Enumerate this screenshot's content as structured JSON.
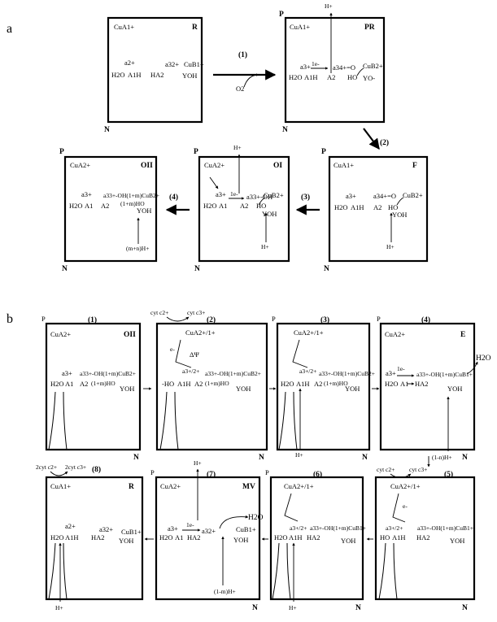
{
  "panel_labels": {
    "a": "a",
    "b": "b"
  },
  "a": {
    "R": {
      "cua": "CuA1+",
      "name": "R",
      "a": "a2+",
      "h2o": "H2O",
      "a1h": "A1H",
      "ha2": "HA2",
      "a3": "a32+",
      "cub": "CuB1+",
      "yoh": "YOH",
      "n": "N"
    },
    "PR": {
      "p": "P",
      "hplus": "H+",
      "cua": "CuA1+",
      "name": "PR",
      "a": "a3+",
      "le": "1e-",
      "a3o": "a34+=O",
      "cub": "CuB2+",
      "h2o": "H2O",
      "a1h": "A1H",
      "a2": "A2",
      "ho": "HO",
      "yo": "YO-",
      "n": "N"
    },
    "F": {
      "p": "P",
      "cua": "CuA1+",
      "name": "F",
      "a": "a3+",
      "a3o": "a34+=O",
      "cub": "CuB2+",
      "h2o": "H2O",
      "a1h": "A1H",
      "a2": "A2",
      "ho": "HO",
      "yoh": "YOH",
      "hplus": "H+",
      "n": "N"
    },
    "OI": {
      "p": "P",
      "hplus": "H+",
      "cua": "CuA2+",
      "name": "OI",
      "a": "a3+",
      "le": "1e-",
      "a3oh": "a33+-OH",
      "cub": "CuB2+",
      "h2o": "H2O",
      "a1": "A1",
      "a2": "A2",
      "ho": "HO",
      "yoh": "YOH",
      "hin": "H+",
      "n": "N"
    },
    "OII": {
      "p": "P",
      "cua": "CuA2+",
      "name": "OII",
      "a": "a3+",
      "a3oh": "a33+-OH(1+m)CuB2+",
      "h2o": "H2O",
      "a1": "A1",
      "a2": "A2",
      "ho": "(1+m)HO",
      "yoh": "YOH",
      "hin": "(m+n)H+",
      "n": "N"
    },
    "steps": {
      "s1": "(1)",
      "o2": "O2",
      "s2": "(2)",
      "s3": "(3)",
      "s4": "(4)"
    }
  },
  "b": {
    "s1": {
      "num": "(1)",
      "p": "P",
      "cua": "CuA2+",
      "name": "OII",
      "a": "a3+",
      "a3oh": "a33+-OH(1+m)CuB2+",
      "h2o": "H2O",
      "a1": "A1",
      "a2": "A2",
      "ho": "(1+m)HO",
      "yoh": "YOH",
      "n": "N"
    },
    "s2": {
      "num": "(2)",
      "cyt1": "cyt c2+",
      "cyt2": "cyt c3+",
      "cua": "CuA2+/1+",
      "e": "e-",
      "dpsi": "ΔΨ",
      "a": "a3+/2+",
      "a3oh": "a33+-OH(1+m)CuB2+",
      "ho1": "-HO",
      "a1h": "A1H",
      "a2": "A2",
      "ho": "(1+m)HO",
      "yoh": "YOH",
      "n": "N"
    },
    "s3": {
      "num": "(3)",
      "p": "P",
      "cua": "CuA2+/1+",
      "a": "a3+/2+",
      "a3oh": "a33+-OH(1+m)CuB2+",
      "h2o": "H2O",
      "a1h": "A1H",
      "a2": "A2",
      "ho": "(1+m)HO",
      "yoh": "YOH",
      "hplus": "H+",
      "n": "N"
    },
    "s4": {
      "num": "(4)",
      "p": "P",
      "cua": "CuA2+",
      "name": "E",
      "le": "1e-",
      "a": "a3+",
      "a3oh": "a33+-OH(1+m)CuB1+",
      "h2o": "H2O",
      "a1": "A1",
      "ha2": "HA2",
      "yoh": "YOH",
      "out": "H2O",
      "hin": "(1-n)H+",
      "n": "N"
    },
    "s5": {
      "num": "(5)",
      "cyt1": "cyt c2+",
      "cyt2": "cyt c3+",
      "cua": "CuA2+/1+",
      "e": "e-",
      "a": "a3+/2+",
      "a3oh": "a33+-OH(1+m)CuB1+",
      "ho": "HO",
      "a1h": "A1H",
      "ha2": "HA2",
      "yoh": "YOH",
      "n": "N"
    },
    "s6": {
      "num": "(6)",
      "p": "P",
      "cua": "CuA2+/1+",
      "a": "a3+/2+",
      "a3oh": "a33+-OH(1+m)CuB1+",
      "h2o": "H2O",
      "a1h": "A1H",
      "ha2": "HA2",
      "yoh": "YOH",
      "hplus": "H+",
      "n": "N"
    },
    "s7": {
      "num": "(7)",
      "p": "P",
      "hplus": "H+",
      "cua": "CuA2+",
      "name": "MV",
      "le": "1e-",
      "a": "a3+",
      "a3": "a32+",
      "h2o": "H2O",
      "a1": "A1",
      "ha2": "HA2",
      "cub": "CuB1+",
      "yoh": "YOH",
      "out": "H2O",
      "hin": "(1-m)H+",
      "n": "N"
    },
    "s8": {
      "num": "(8)",
      "cyt1": "2cyt c2+",
      "cyt2": "2cyt c3+",
      "cua": "CuA1+",
      "name": "R",
      "a": "a2+",
      "a3": "a32+",
      "h2o": "H2O",
      "a1h": "A1H",
      "ha2": "HA2",
      "cub": "CuB1+",
      "yoh": "YOH",
      "hplus": "H+",
      "n": "N"
    }
  }
}
